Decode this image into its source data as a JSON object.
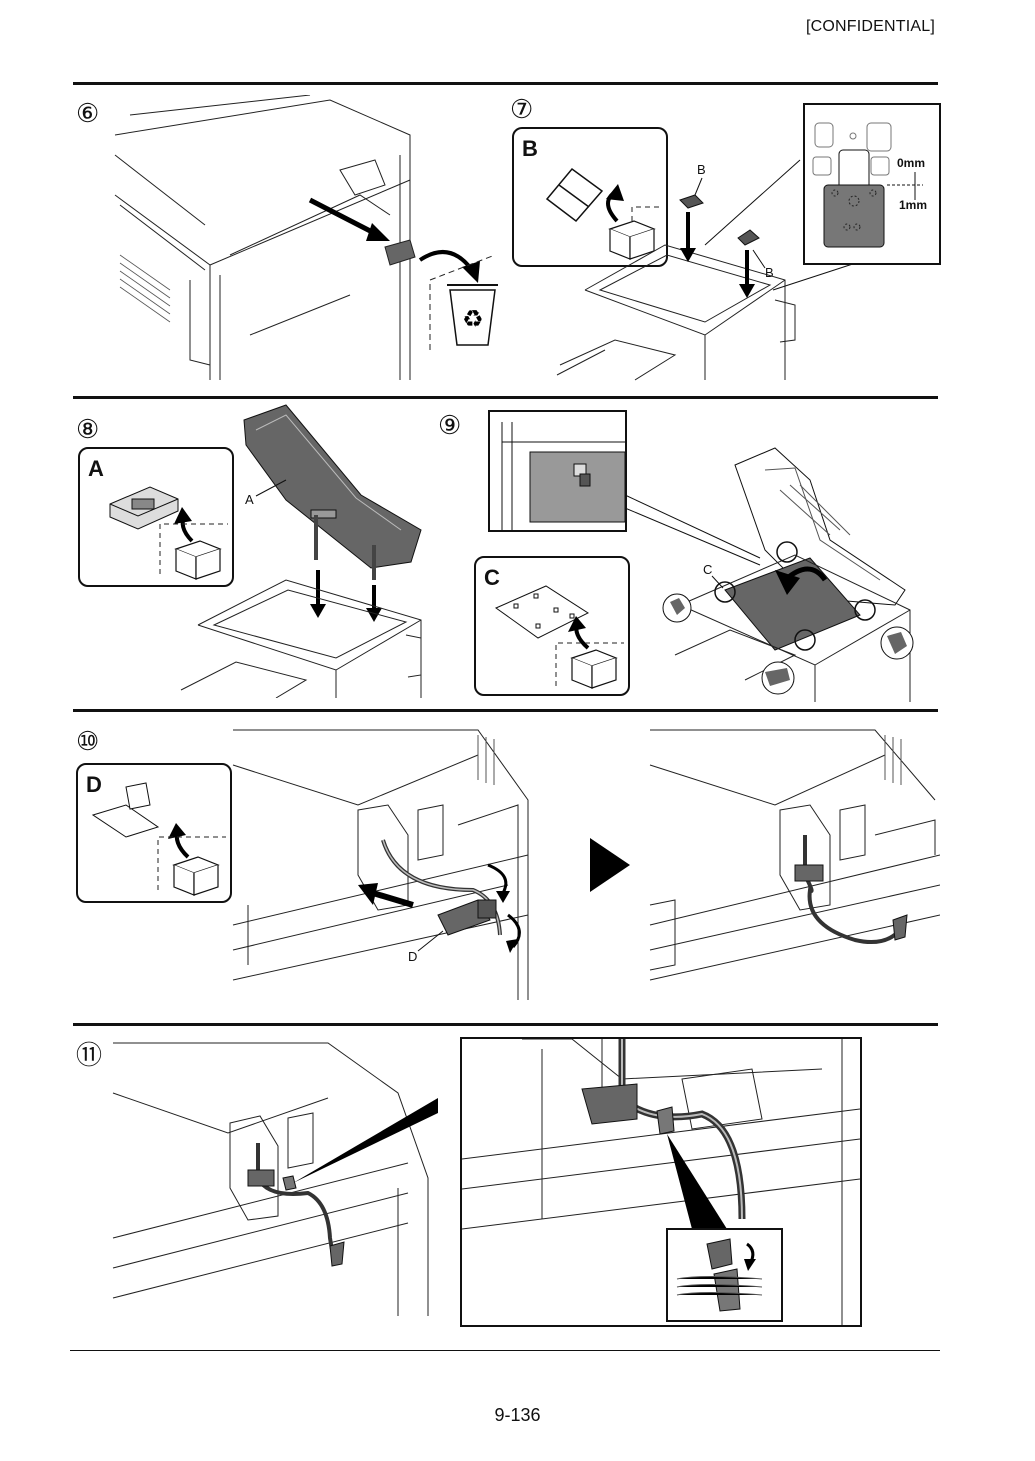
{
  "header": {
    "confidential": "[CONFIDENTIAL]"
  },
  "steps": {
    "s6": {
      "number": "⑥"
    },
    "s7": {
      "number": "⑦",
      "box_label": "B",
      "part_label_1": "B",
      "part_label_2": "B",
      "inset_top": "0mm",
      "inset_bottom": "1mm"
    },
    "s8": {
      "number": "⑧",
      "box_label": "A",
      "part_label": "A"
    },
    "s9": {
      "number": "⑨",
      "box_label": "C",
      "part_label": "C"
    },
    "s10": {
      "number": "⑩",
      "box_label": "D",
      "part_label": "D"
    },
    "s11": {
      "number": "⑪"
    }
  },
  "footer": {
    "page_number": "9-136"
  },
  "icons": [
    "recycle-bin-icon",
    "parts-box-icon",
    "arrow-right-icon"
  ]
}
